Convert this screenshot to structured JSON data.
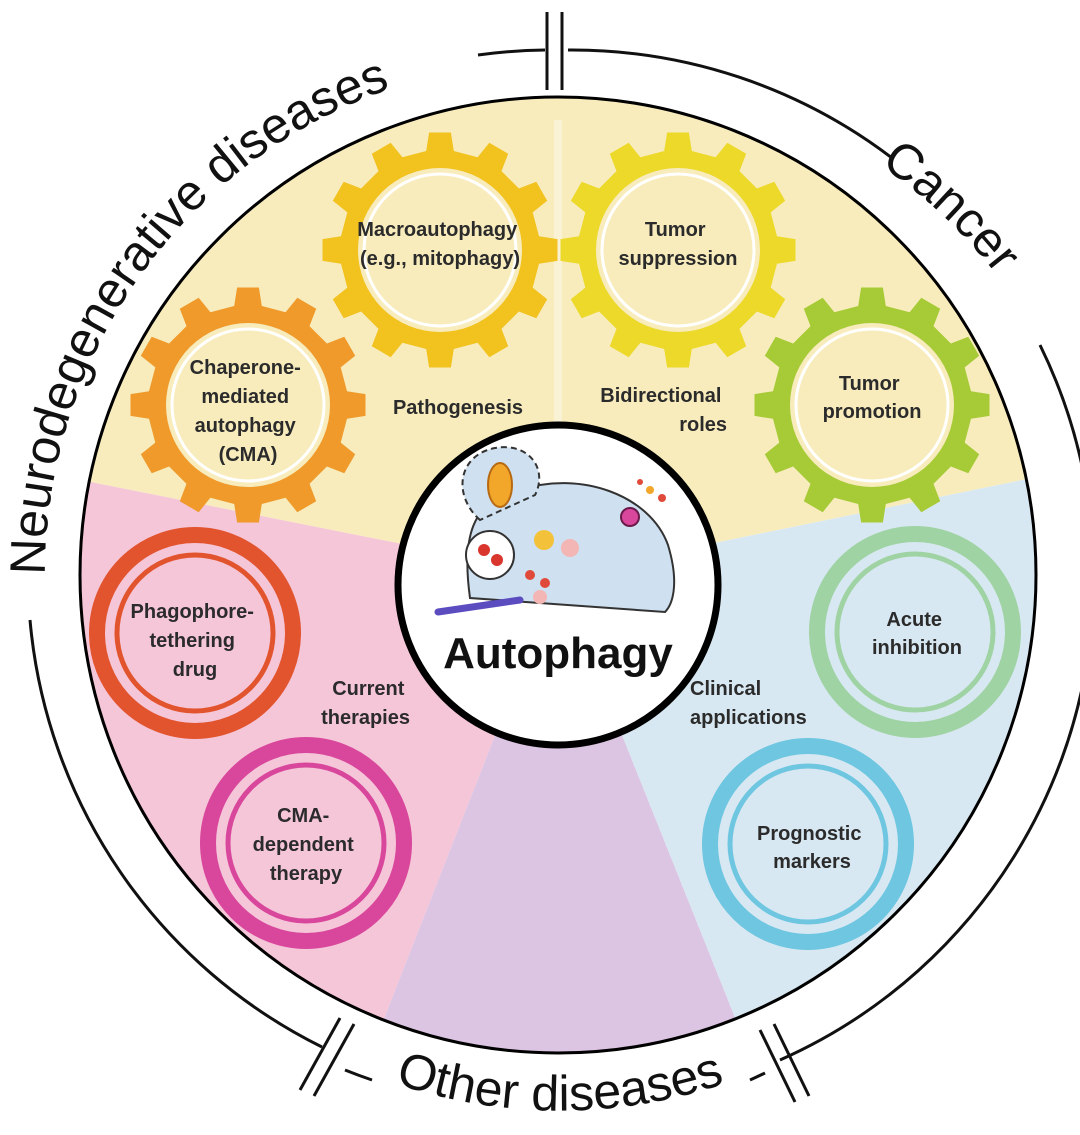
{
  "outer_labels": {
    "left": "Neurodegenerative diseases",
    "right": "Cancer",
    "bottom": "Other diseases"
  },
  "center": {
    "title": "Autophagy"
  },
  "sections": {
    "pathogenesis": "Pathogenesis",
    "bidirectional": [
      "Bidirectional",
      "roles"
    ],
    "current_therapies": [
      "Current",
      "therapies"
    ],
    "clinical_applications": [
      "Clinical",
      "applications"
    ]
  },
  "items": {
    "macroautophagy": [
      "Macroautophagy",
      "(e.g., mitophagy)"
    ],
    "cma": [
      "Chaperone-",
      "mediated",
      "autophagy",
      "(CMA)"
    ],
    "tumor_suppression": [
      "Tumor",
      "suppression"
    ],
    "tumor_promotion": [
      "Tumor",
      "promotion"
    ],
    "phagophore_drug": [
      "Phagophore-",
      "tethering",
      "drug"
    ],
    "cma_therapy": [
      "CMA-",
      "dependent",
      "therapy"
    ],
    "acute_inhibition": [
      "Acute",
      "inhibition"
    ],
    "prognostic_markers": [
      "Prognostic",
      "markers"
    ]
  },
  "colors": {
    "sector_yellow": "#f8ecbd",
    "sector_pink": "#f5c6d8",
    "sector_purple": "#dcc4e3",
    "sector_blue": "#d8e8f2",
    "gear_macro": "#f2c21f",
    "gear_cma": "#ef9a2a",
    "gear_tumor_suppression": "#ecd92a",
    "gear_tumor_promotion": "#a6cb36",
    "ring_phagophore": "#e2542e",
    "ring_cma_therapy": "#d9479d",
    "ring_acute": "#9fd3a3",
    "ring_prognostic": "#6ec6e0",
    "cell_fill": "#cfe0f0"
  },
  "icons": [
    "autophagy-cell-icon",
    "mitochondrion-icon",
    "autophagosome-icon",
    "lysosome-icon"
  ]
}
